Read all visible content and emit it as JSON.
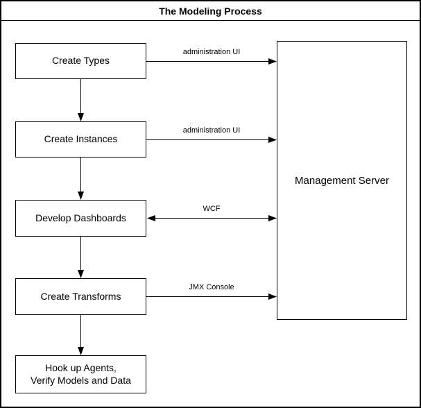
{
  "title": "The Modeling Process",
  "boxes": [
    {
      "label": "Create Types"
    },
    {
      "label": "Create Instances"
    },
    {
      "label": "Develop Dashboards"
    },
    {
      "label": "Create Transforms"
    },
    {
      "label": "Hook up Agents,\nVerify Models and Data"
    }
  ],
  "server": {
    "label": "Management Server"
  },
  "connections": [
    {
      "label": "administration UI",
      "from": "Create Types",
      "to": "Management Server",
      "bidirectional": false
    },
    {
      "label": "administration UI",
      "from": "Create Instances",
      "to": "Management Server",
      "bidirectional": false
    },
    {
      "label": "WCF",
      "from": "Develop Dashboards",
      "to": "Management Server",
      "bidirectional": true
    },
    {
      "label": "JMX Console",
      "from": "Create Transforms",
      "to": "Management Server",
      "bidirectional": false
    }
  ],
  "colors": {
    "stroke": "#000000",
    "background": "#ffffff"
  }
}
